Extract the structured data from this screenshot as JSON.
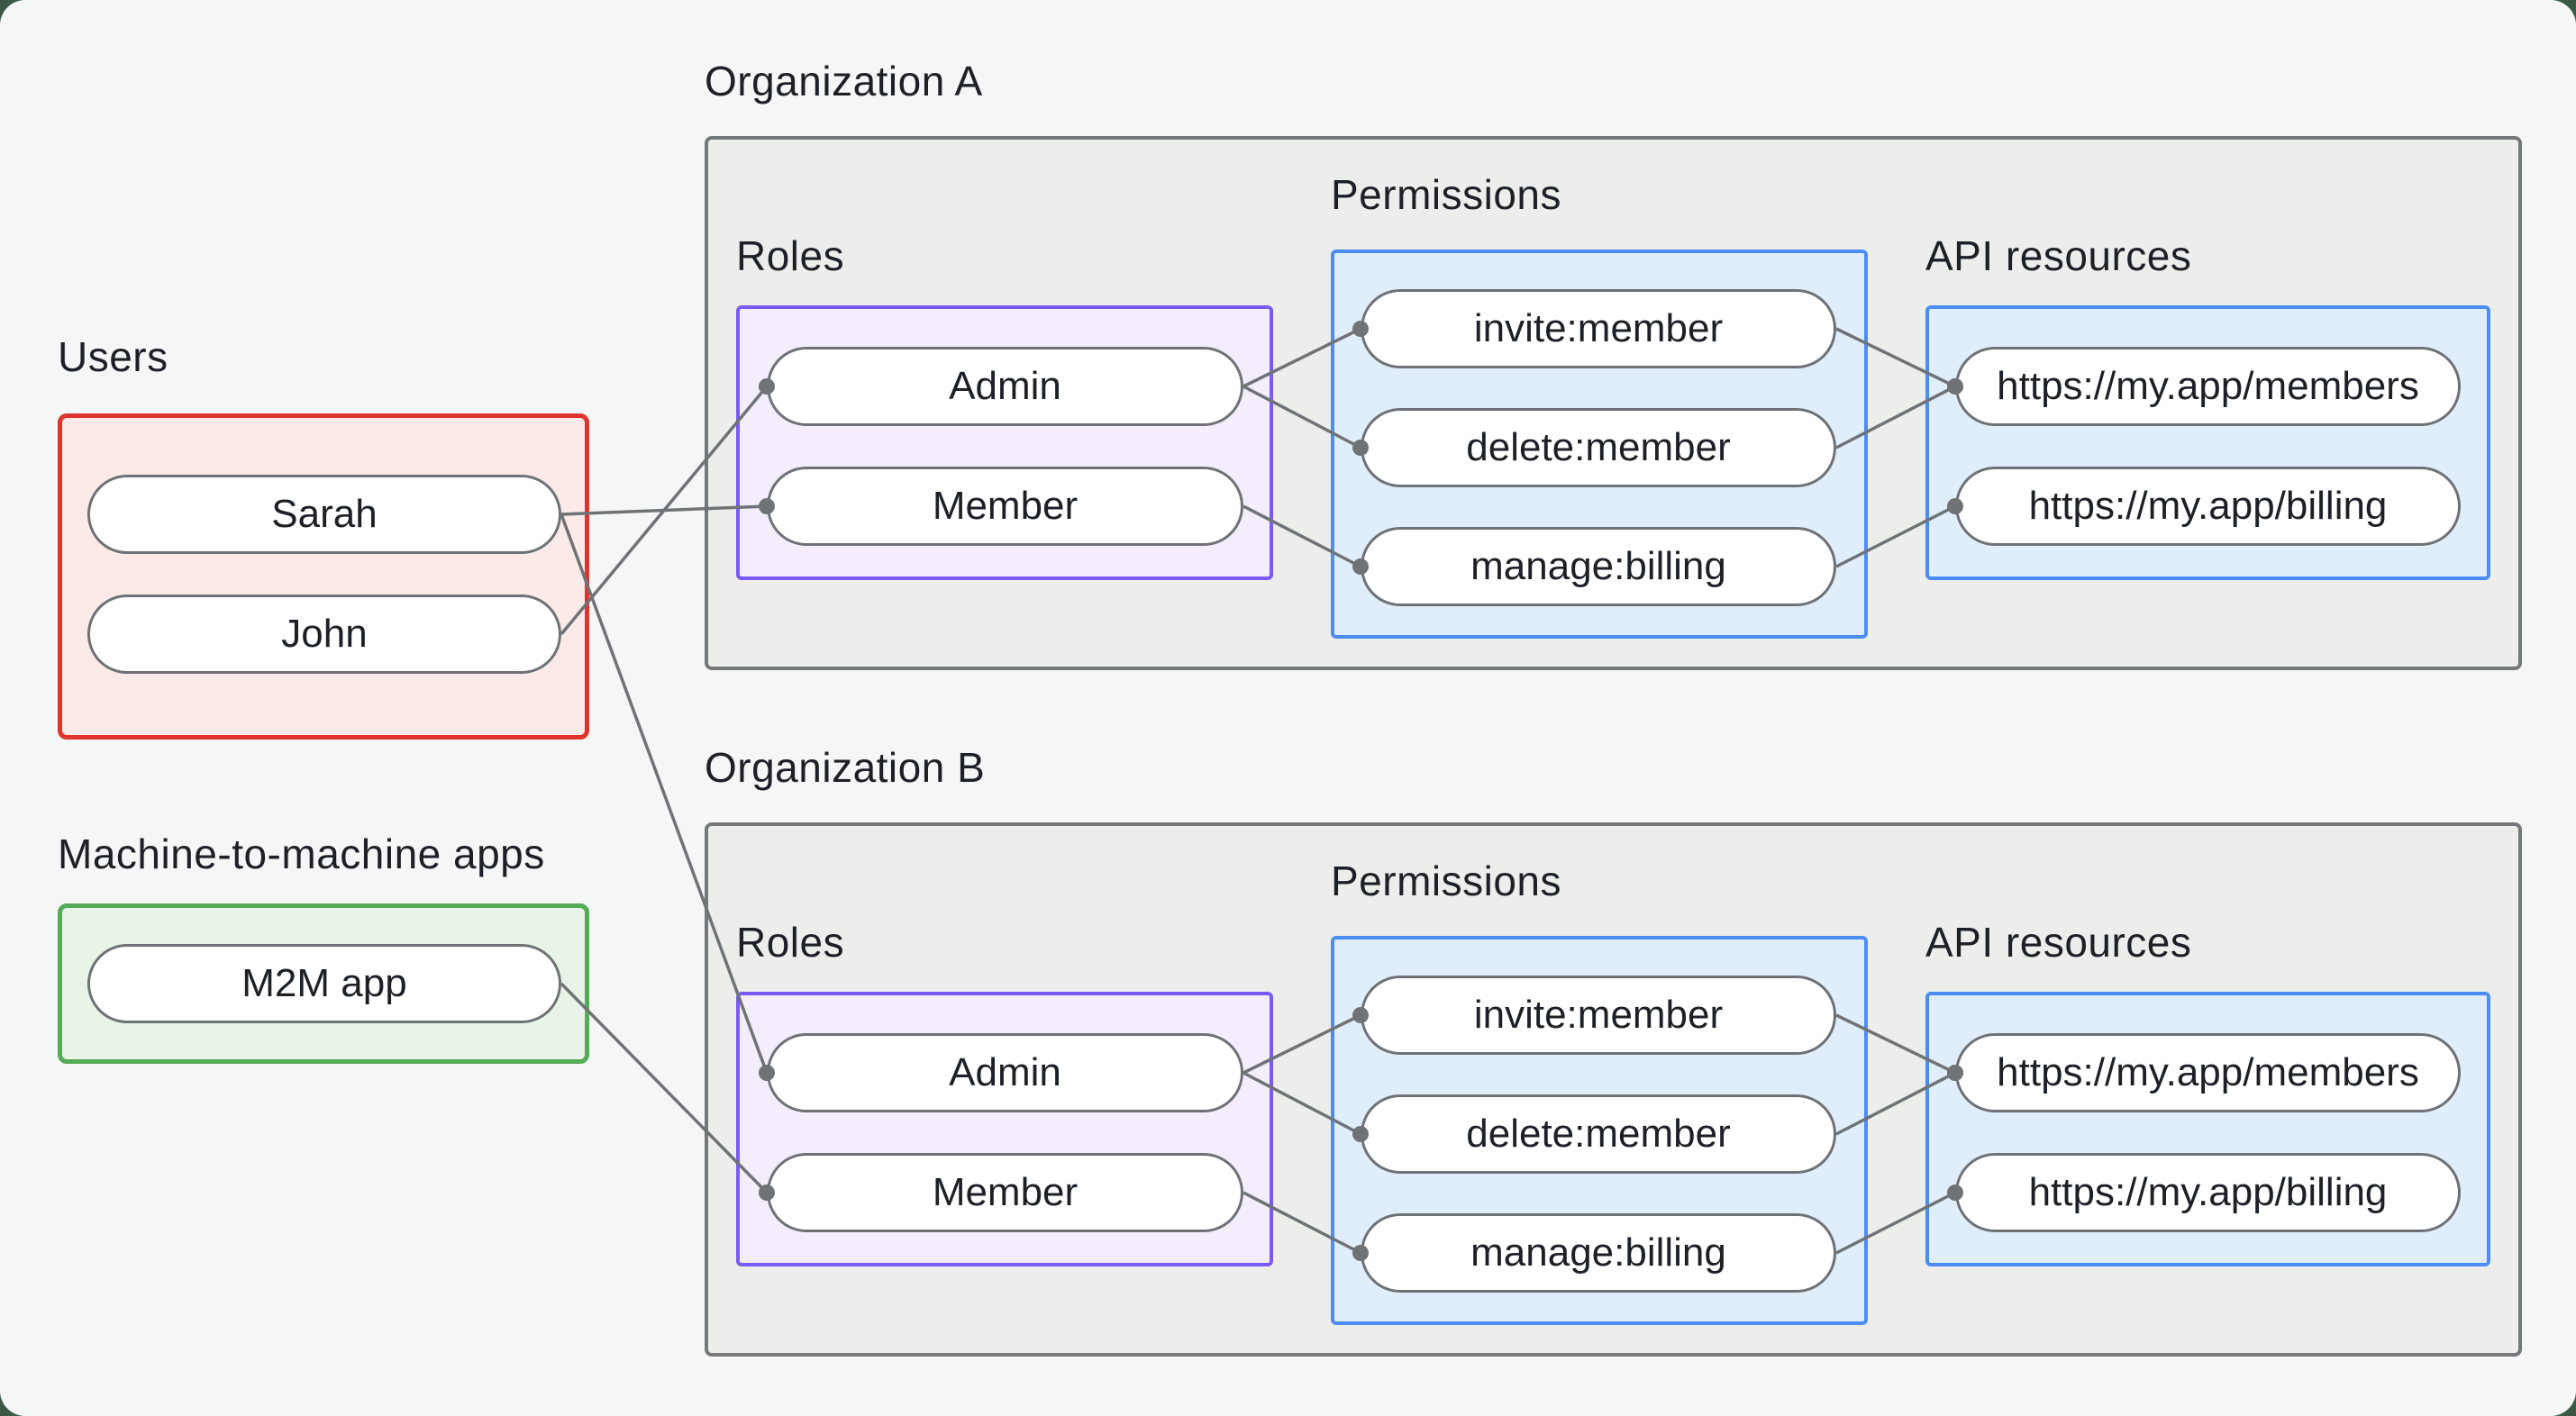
{
  "styles": {
    "background": "#f5f7f6",
    "backdrop": "#3c5847",
    "line_color": "#6f7376",
    "dot_color": "#6f7376",
    "red": "#e0342f",
    "green": "#55ac57",
    "purple": "#7a5bf7",
    "blue": "#4c8df5",
    "gray_border": "#74787a",
    "org_fill": "#edeeec",
    "pill_border": "#6e7276",
    "text": "#1d2127"
  },
  "users_group": {
    "title": "Users",
    "items": [
      {
        "id": "sarah",
        "label": "Sarah"
      },
      {
        "id": "john",
        "label": "John"
      }
    ]
  },
  "m2m_group": {
    "title": "Machine-to-machine apps",
    "items": [
      {
        "id": "m2m-app",
        "label": "M2M app"
      }
    ]
  },
  "organizations": [
    {
      "id": "org-a",
      "title": "Organization A",
      "roles": {
        "title": "Roles",
        "items": [
          {
            "id": "org-a-admin",
            "label": "Admin"
          },
          {
            "id": "org-a-member",
            "label": "Member"
          }
        ]
      },
      "permissions": {
        "title": "Permissions",
        "items": [
          {
            "id": "org-a-invite",
            "label": "invite:member"
          },
          {
            "id": "org-a-delete",
            "label": "delete:member"
          },
          {
            "id": "org-a-manage",
            "label": "manage:billing"
          }
        ]
      },
      "api_resources": {
        "title": "API resources",
        "items": [
          {
            "id": "org-a-members-api",
            "label": "https://my.app/members"
          },
          {
            "id": "org-a-billing-api",
            "label": "https://my.app/billing"
          }
        ]
      }
    },
    {
      "id": "org-b",
      "title": "Organization B",
      "roles": {
        "title": "Roles",
        "items": [
          {
            "id": "org-b-admin",
            "label": "Admin"
          },
          {
            "id": "org-b-member",
            "label": "Member"
          }
        ]
      },
      "permissions": {
        "title": "Permissions",
        "items": [
          {
            "id": "org-b-invite",
            "label": "invite:member"
          },
          {
            "id": "org-b-delete",
            "label": "delete:member"
          },
          {
            "id": "org-b-manage",
            "label": "manage:billing"
          }
        ]
      },
      "api_resources": {
        "title": "API resources",
        "items": [
          {
            "id": "org-b-members-api",
            "label": "https://my.app/members"
          },
          {
            "id": "org-b-billing-api",
            "label": "https://my.app/billing"
          }
        ]
      }
    }
  ],
  "edges": [
    [
      "sarah",
      "org-a-member"
    ],
    [
      "john",
      "org-a-admin"
    ],
    [
      "sarah",
      "org-b-admin"
    ],
    [
      "m2m-app",
      "org-b-member"
    ],
    [
      "org-a-admin",
      "org-a-invite"
    ],
    [
      "org-a-admin",
      "org-a-delete"
    ],
    [
      "org-a-member",
      "org-a-manage"
    ],
    [
      "org-a-invite",
      "org-a-members-api"
    ],
    [
      "org-a-delete",
      "org-a-members-api"
    ],
    [
      "org-a-manage",
      "org-a-billing-api"
    ],
    [
      "org-b-admin",
      "org-b-invite"
    ],
    [
      "org-b-admin",
      "org-b-delete"
    ],
    [
      "org-b-member",
      "org-b-manage"
    ],
    [
      "org-b-invite",
      "org-b-members-api"
    ],
    [
      "org-b-delete",
      "org-b-members-api"
    ],
    [
      "org-b-manage",
      "org-b-billing-api"
    ]
  ]
}
